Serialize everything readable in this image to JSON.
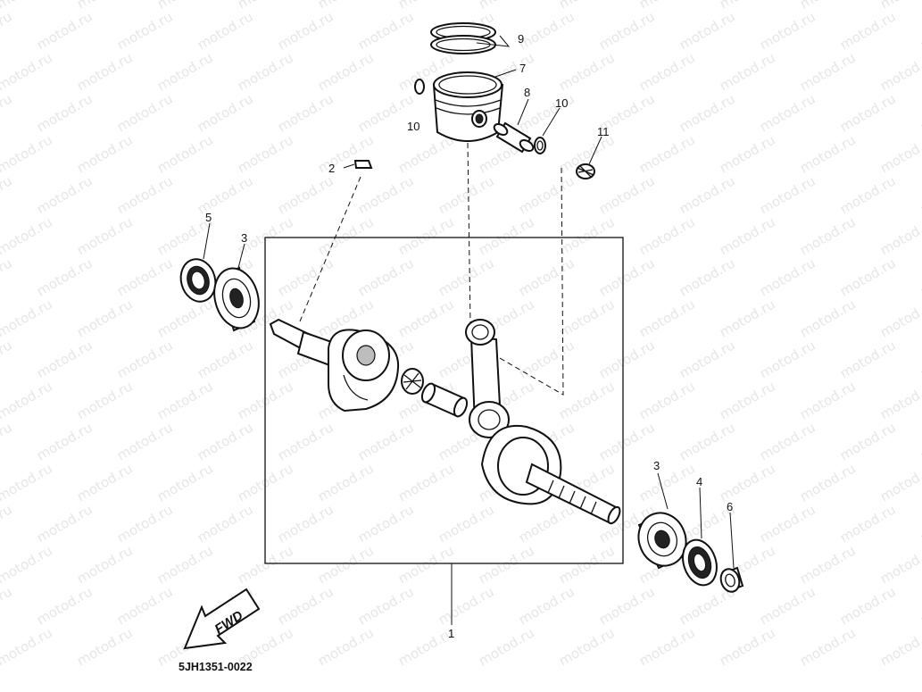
{
  "watermark": {
    "text": "motod.ru"
  },
  "diagram_code": "5JH1351-0022",
  "fwd_label": "FWD",
  "callouts": {
    "c1": "1",
    "c2": "2",
    "c3a": "3",
    "c3b": "3",
    "c4": "4",
    "c5": "5",
    "c6": "6",
    "c7": "7",
    "c8": "8",
    "c9": "9",
    "c10a": "10",
    "c10b": "10",
    "c11": "11"
  }
}
